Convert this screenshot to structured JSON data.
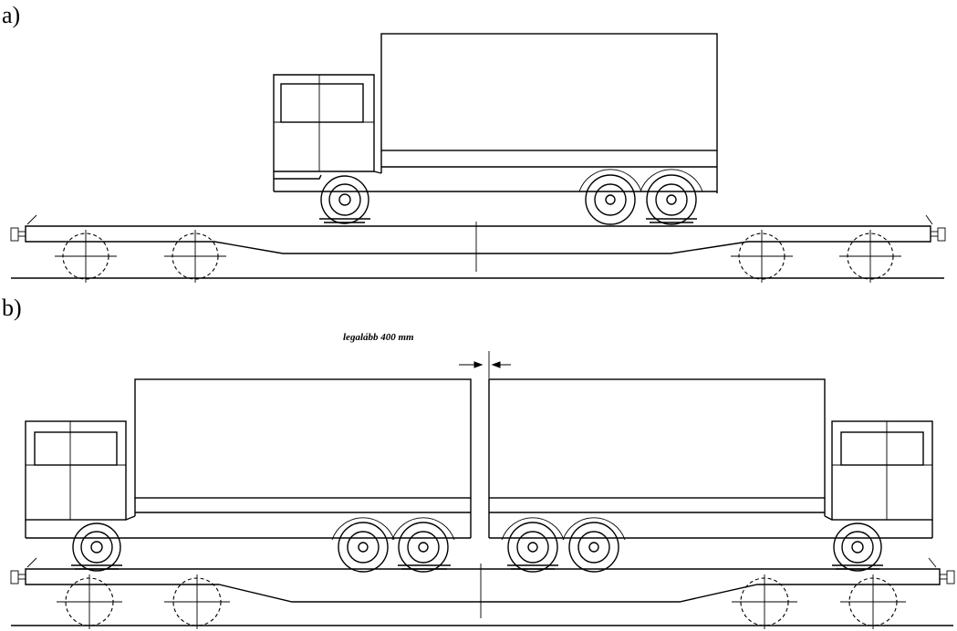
{
  "labels": {
    "panel_a": "a)",
    "panel_b": "b)",
    "dimension": "legalább 400 mm"
  },
  "colors": {
    "stroke": "#000000",
    "background": "#ffffff"
  }
}
